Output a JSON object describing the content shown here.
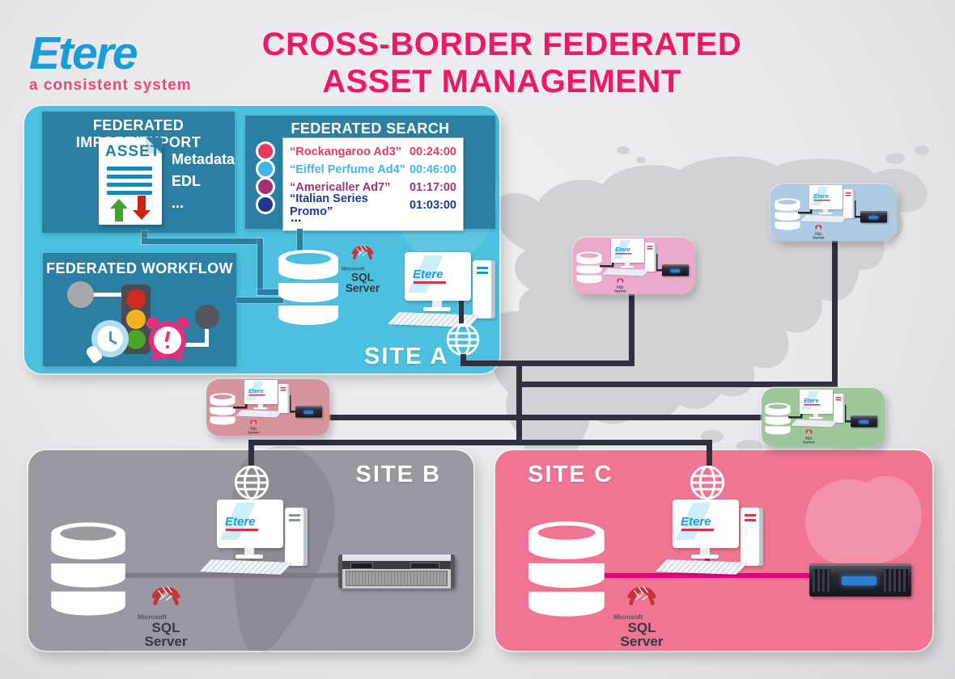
{
  "header": {
    "logo": "Etere",
    "tagline": "a consistent system",
    "title_line1": "CROSS-BORDER FEDERATED",
    "title_line2": "ASSET MANAGEMENT"
  },
  "logos": {
    "etere": "Etere",
    "sql_microsoft": "Microsoft",
    "sql_name": "SQL Server"
  },
  "site_a": {
    "label": "SITE A",
    "import_export": {
      "title": "FEDERATED IMPORT/EXPORT",
      "doc_title": "ASSET",
      "side_line1": "Metadata",
      "side_line2": "EDL",
      "side_line3": "..."
    },
    "search": {
      "title": "FEDERATED SEARCH",
      "rows": [
        {
          "name": "“Rockangaroo Ad3”",
          "time": "00:24:00",
          "color": "#e8385e"
        },
        {
          "name": "“Eiffel Perfume Ad4”",
          "time": "00:46:00",
          "color": "#41b6ea"
        },
        {
          "name": "“Americaller Ad7”",
          "time": "01:17:00",
          "color": "#a23177"
        },
        {
          "name": "“Italian Series Promo”",
          "time": "01:03:00",
          "color": "#1e3a8f"
        }
      ],
      "more": "..."
    },
    "workflow": {
      "title": "FEDERATED WORKFLOW"
    }
  },
  "site_b": {
    "label": "SITE B"
  },
  "site_c": {
    "label": "SITE C"
  },
  "colors": {
    "title": "#ee1768",
    "etere_blue": "#1b9bd7",
    "tagline_pink": "#e8487c",
    "site_a": "#4cc0de",
    "panel": "#2b7fa2",
    "site_b": "#9b98a2",
    "site_c": "#ef7593",
    "node_pink": "#e9aacb",
    "node_blue": "#afcbe4",
    "node_rose": "#d6949e",
    "node_green": "#9fc79b",
    "line": "#30303e",
    "line_c": "#e6007e",
    "sql_red": "#c8333b"
  }
}
